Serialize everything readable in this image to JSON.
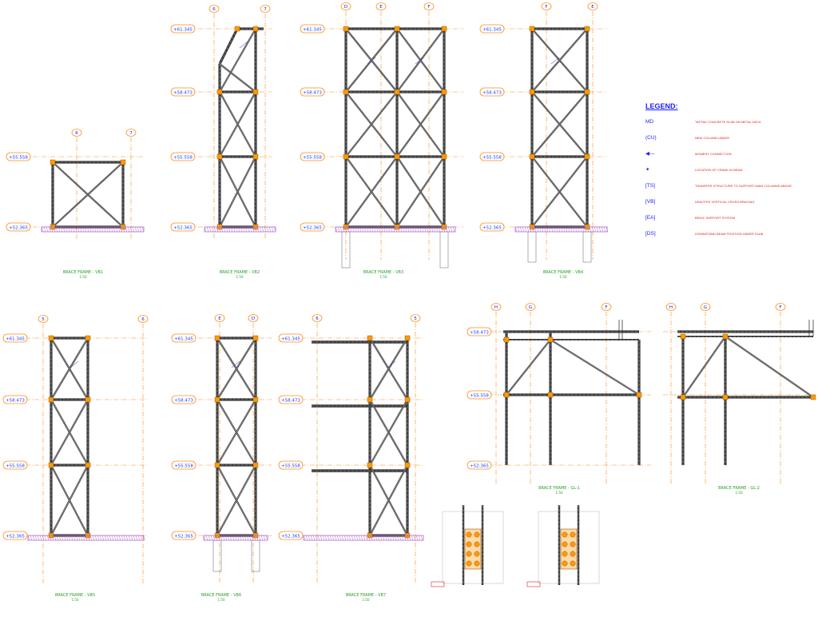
{
  "levels": [
    "+61.345",
    "+58.473",
    "+55.558",
    "+52.365"
  ],
  "legend": {
    "title": "LEGEND:",
    "items": [
      {
        "sym": "MD",
        "desc": "TAFTAK CONCRETE SLAB ON METAL DECK"
      },
      {
        "sym": "(CU)",
        "desc": "NEW COLUMN UNDER"
      },
      {
        "sym": "",
        "desc": "MOMENT CONNECTION"
      },
      {
        "sym": "",
        "desc": "LOCATION OF CRANK IN BEAM"
      },
      {
        "sym": "[TS]",
        "desc": "TRANSFER STRUCTURE TO SUPPORT MAIN COLUMNS ABOVE"
      },
      {
        "sym": "[VB]",
        "desc": "DENOTES VERTICAL CROSS BRACING"
      },
      {
        "sym": "[EA]",
        "desc": "BRICK SUPPORT SYSTEM"
      },
      {
        "sym": "[DS]",
        "desc": "DOWNSTAND BEAM POSITION UNDER SLAB"
      }
    ]
  },
  "frames": [
    {
      "title": "BRACE FRAME - VB1",
      "scale": "1:50",
      "grid": [
        "6",
        "7"
      ]
    },
    {
      "title": "BRACE FRAME - VB2",
      "scale": "1:50",
      "grid": [
        "6",
        "7"
      ]
    },
    {
      "title": "BRACE FRAME - VB3",
      "scale": "1:50",
      "grid": [
        "D",
        "E",
        "F"
      ]
    },
    {
      "title": "BRACE FRAME - VB4",
      "scale": "1:50",
      "grid": [
        "F",
        "E"
      ]
    },
    {
      "title": "BRACE FRAME - VB5",
      "scale": "1:50",
      "grid": [
        "5",
        "6"
      ]
    },
    {
      "title": "BRACE FRAME - VB6",
      "scale": "1:50",
      "grid": [
        "E",
        "D"
      ]
    },
    {
      "title": "BRACE FRAME - VB7",
      "scale": "1:50",
      "grid": [
        "6",
        "5"
      ]
    },
    {
      "title": "BRACE FRAME - GL-1",
      "scale": "1:50",
      "grid": [
        "H",
        "G",
        "F"
      ]
    },
    {
      "title": "BRACE FRAME - GL-2",
      "scale": "1:50",
      "grid": [
        "H",
        "G",
        "F"
      ]
    }
  ],
  "colors": {
    "steel": "#3a3a3a",
    "grid": "#ff8c1a",
    "level": "#1f3fff",
    "brace": "#4a4a4a",
    "accent": "#ff9a00",
    "label": "#2020c0",
    "note": "#e02020",
    "ground": "#b06ad0"
  }
}
